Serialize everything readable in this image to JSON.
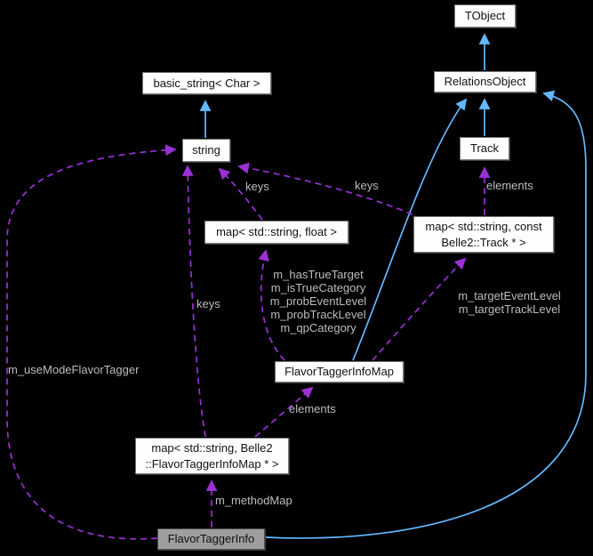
{
  "diagram": {
    "type": "class-collaboration-graph",
    "colors": {
      "background": "#000000",
      "node_fill": "#fefefe",
      "node_border": "#757575",
      "highlight_node_fill": "#9e9e9e",
      "inheritance_edge": "#63b8ff",
      "usage_edge": "#9b30d5",
      "edge_label_text": "#bdbdbd",
      "node_text": "#111111"
    }
  },
  "nodes": {
    "tobject": {
      "label": "TObject"
    },
    "relations_object": {
      "label": "RelationsObject"
    },
    "track": {
      "label": "Track"
    },
    "basic_string": {
      "label": "basic_string< Char >"
    },
    "string": {
      "label": "string"
    },
    "map_string_float": {
      "label": "map< std::string, float >"
    },
    "map_string_track": {
      "label": "map< std::string, const\nBelle2::Track * >"
    },
    "flavor_tagger_info_map": {
      "label": "FlavorTaggerInfoMap"
    },
    "map_string_ftim": {
      "label": "map< std::string, Belle2\n::FlavorTaggerInfoMap * >"
    },
    "flavor_tagger_info": {
      "label": "FlavorTaggerInfo"
    }
  },
  "edge_labels": {
    "keys_map_float": "keys",
    "keys_map_track": "keys",
    "keys_map_ftim": "keys",
    "elements_track": "elements",
    "elements_ftim": "elements",
    "use_mode": "m_useModeFlavorTagger",
    "method_map": "m_methodMap",
    "ftim_members": "m_hasTrueTarget\nm_isTrueCategory\nm_probEventLevel\nm_probTrackLevel\nm_qpCategory",
    "target_levels": "m_targetEventLevel\nm_targetTrackLevel"
  }
}
